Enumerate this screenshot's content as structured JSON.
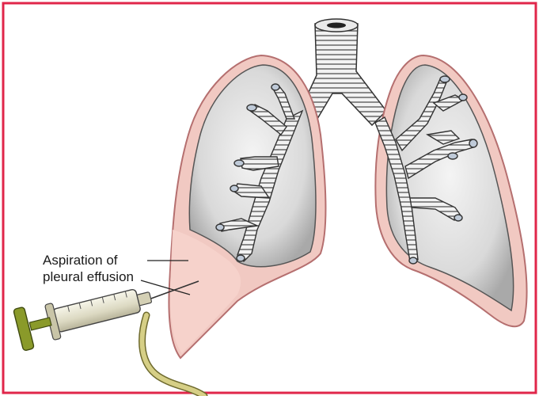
{
  "annotation": {
    "line1": "Aspiration of",
    "line2": "pleural effusion"
  },
  "colors": {
    "frame": "#e0264a",
    "pleura_outline": "#c98a8a",
    "pleura_fill": "#f1c9c2",
    "lung_fill": "#dcdcdc",
    "effusion": "#f3c9c2",
    "airway_stroke": "#3a3a3a",
    "syringe_barrel": "#e9e7d6",
    "plunger_grip": "#8a9a2a",
    "tubing": "#c8c27a"
  },
  "icons": [
    "trachea",
    "bronchial-tree",
    "syringe",
    "needle",
    "drainage-tube"
  ]
}
